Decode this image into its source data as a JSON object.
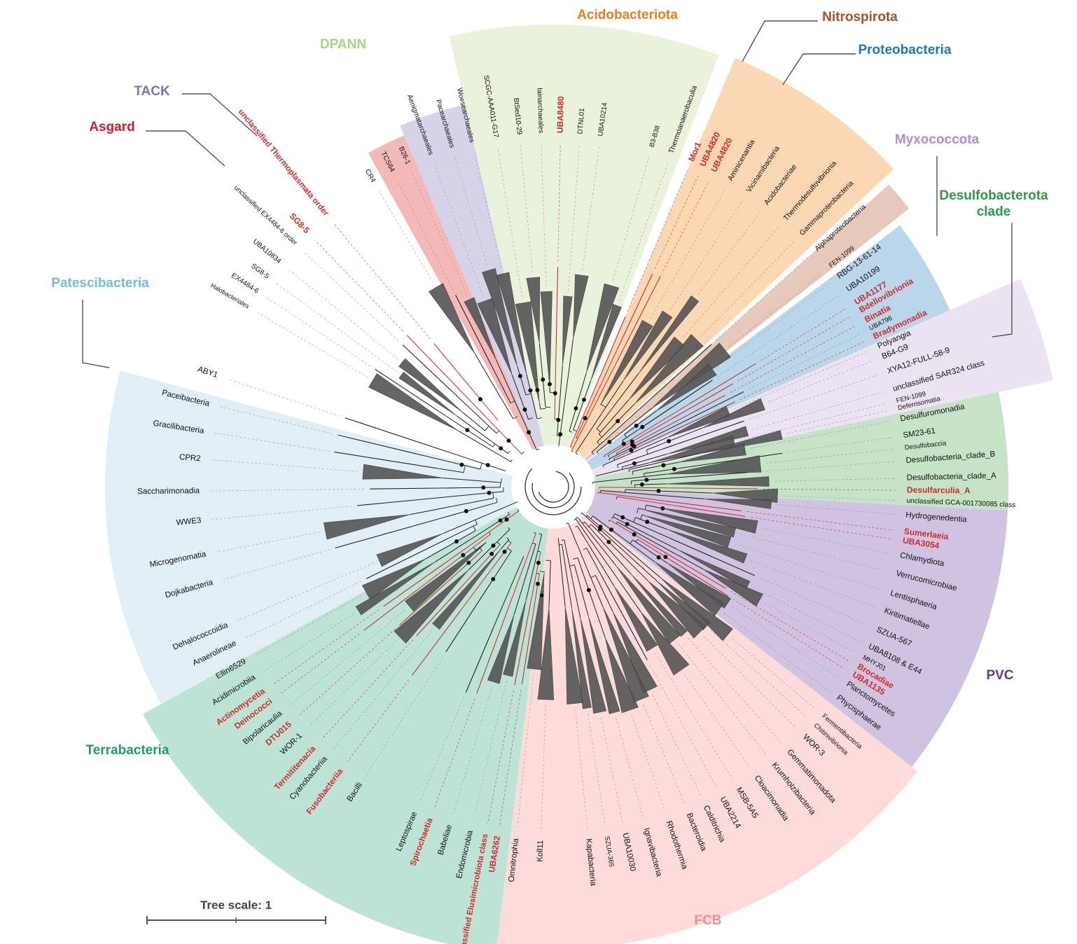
{
  "colors": {
    "clade_fill": "#555555",
    "branch": "#222222",
    "highlight": "#d42a2a",
    "guide": "#9a9a9a",
    "callout": "#555555"
  },
  "groups": [
    {
      "name": "DPANN",
      "color": "#a9d47c",
      "bg": "#e9f3dc",
      "a1": -103,
      "a2": -69
    },
    {
      "name": "TACK",
      "color": "#7a73b4",
      "bg": "#d6d3e8",
      "a1": -113,
      "a2": -103
    },
    {
      "name": "Asgard",
      "color": "#d9182e",
      "bg": "#f3b8b8",
      "a1": -119,
      "a2": -113
    },
    {
      "name": "Acidobacteriota",
      "color": "#ec7d1d",
      "bg": "#fcd7b3",
      "a1": -67,
      "a2": -43
    },
    {
      "name": "Nitrospirota",
      "color": "#a0522d",
      "bg": "#e6c9b9",
      "a1": -42,
      "a2": -38
    },
    {
      "name": "Proteobacteria",
      "color": "#1f77b4",
      "bg": "#b9d6ea",
      "a1": -37,
      "a2": -24
    },
    {
      "name": "Myxococcota",
      "color": "#b48ccd",
      "bg": "#ece3f2",
      "a1": -24,
      "a2": -12
    },
    {
      "name": "Desulfobacterota\nclade",
      "color": "#2f9a3f",
      "bg": "#c5e3c6",
      "a1": -12,
      "a2": 3
    },
    {
      "name": "PVC",
      "color": "#5a3b8e",
      "bg": "#d0c3e1",
      "a1": 3,
      "a2": 38
    },
    {
      "name": "FCB",
      "color": "#f08a95",
      "bg": "#fddbdb",
      "a1": 38,
      "a2": 97
    },
    {
      "name": "Terrabacteria",
      "color": "#1f9b73",
      "bg": "#bde3d6",
      "a1": 97,
      "a2": 151
    },
    {
      "name": "Patescibacteria",
      "color": "#6ec0d8",
      "bg": "#e1eef6",
      "a1": 151,
      "a2": 195
    }
  ],
  "leaves": [
    {
      "label": "Halobacteriales",
      "angle": -149.5,
      "red": false,
      "size": 9
    },
    {
      "label": "EX4484-6",
      "angle": -146.6,
      "red": false,
      "size": 10
    },
    {
      "label": "SG8-5",
      "angle": -143.7,
      "red": false,
      "size": 10
    },
    {
      "label": "UBA10834",
      "angle": -140.6,
      "red": false,
      "size": 10
    },
    {
      "label": "unclassified EX4484-6 order",
      "angle": -136.7,
      "red": false,
      "size": 9.5
    },
    {
      "label": "SG8-5",
      "angle": -134.0,
      "red": true,
      "size": 12
    },
    {
      "label": "unclassified Thermoplasmata order",
      "angle": -129.8,
      "red": true,
      "size": 11.5
    },
    {
      "label": "CR4",
      "angle": -120.5,
      "red": false,
      "size": 10
    },
    {
      "label": "TCS64",
      "angle": -117.0,
      "red": false,
      "size": 10
    },
    {
      "label": "B26-1",
      "angle": -114.2,
      "red": false,
      "size": 10
    },
    {
      "label": "Aenigmatarchaeales",
      "angle": -110.2,
      "red": false,
      "size": 10
    },
    {
      "label": "Pacearchaeales",
      "angle": -106.6,
      "red": false,
      "size": 10
    },
    {
      "label": "Woesearchaeales",
      "angle": -103.3,
      "red": false,
      "size": 10
    },
    {
      "label": "SCGC-AAA011-G17",
      "angle": -99.3,
      "red": false,
      "size": 10
    },
    {
      "label": "BtSed10-29",
      "angle": -95.5,
      "red": false,
      "size": 10
    },
    {
      "label": "Iainarchaeales",
      "angle": -92.0,
      "red": false,
      "size": 10
    },
    {
      "label": "UBA8480",
      "angle": -88.8,
      "red": true,
      "size": 12
    },
    {
      "label": "DTNL01",
      "angle": -85.6,
      "red": false,
      "size": 10
    },
    {
      "label": "UBA10214",
      "angle": -82.3,
      "red": false,
      "size": 10
    },
    {
      "label": "B3-B38",
      "angle": -73.8,
      "red": false,
      "size": 9.5
    },
    {
      "label": "Thermoanaerobaculia",
      "angle": -70.5,
      "red": false,
      "size": 10.5
    },
    {
      "label": "Mor1",
      "angle": -67.0,
      "red": true,
      "size": 12
    },
    {
      "label": "UBA4820",
      "angle": -65.0,
      "red": true,
      "size": 12
    },
    {
      "label": "UBA4820",
      "angle": -63.0,
      "red": true,
      "size": 12
    },
    {
      "label": "Aminicenantia",
      "angle": -60.0,
      "red": false,
      "size": 10.5
    },
    {
      "label": "Vicinamibacteria",
      "angle": -56.5,
      "red": false,
      "size": 10.5
    },
    {
      "label": "Acidobacteriae",
      "angle": -53.0,
      "red": false,
      "size": 10.5
    },
    {
      "label": "Thermodesulfovibrionia",
      "angle": -49.0,
      "red": false,
      "size": 10.5
    },
    {
      "label": "Gammaproteobacteria",
      "angle": -45.5,
      "red": false,
      "size": 10.5
    },
    {
      "label": "Alphaproteobacteria",
      "angle": -42.0,
      "red": false,
      "size": 10.5
    },
    {
      "label": "FEN-1099",
      "angle": -38.5,
      "red": false,
      "size": 9.5
    },
    {
      "label": "RBG-13-61-14",
      "angle": -36.3,
      "red": false,
      "size": 11.5
    },
    {
      "label": "UBA10199",
      "angle": -33.8,
      "red": false,
      "size": 11.5
    },
    {
      "label": "UBA1177",
      "angle": -31.3,
      "red": true,
      "size": 12
    },
    {
      "label": "Bdellovibrionia",
      "angle": -29.8,
      "red": true,
      "size": 12
    },
    {
      "label": "Binatia",
      "angle": -28.0,
      "red": true,
      "size": 12
    },
    {
      "label": "UBA796",
      "angle": -26.5,
      "red": false,
      "size": 9.5
    },
    {
      "label": "Bradymonadia",
      "angle": -25.0,
      "red": true,
      "size": 12
    },
    {
      "label": "Polyangia",
      "angle": -23.3,
      "red": false,
      "size": 11.5
    },
    {
      "label": "B64-G9",
      "angle": -21.5,
      "red": false,
      "size": 11.5
    },
    {
      "label": "XYA12-FULL-58-9",
      "angle": -19.0,
      "red": false,
      "size": 11.5
    },
    {
      "label": "unclassified SAR324 class",
      "angle": -16.0,
      "red": false,
      "size": 11.5
    },
    {
      "label": "FEN-1099",
      "angle": -14.0,
      "red": false,
      "size": 9.5
    },
    {
      "label": "Deferrisomatia",
      "angle": -12.8,
      "red": false,
      "size": 9.5
    },
    {
      "label": "Desulfuromonadia",
      "angle": -11.0,
      "red": false,
      "size": 11.5
    },
    {
      "label": "SM23-61",
      "angle": -8.3,
      "red": false,
      "size": 11.5
    },
    {
      "label": "Desulfobaccia",
      "angle": -6.3,
      "red": false,
      "size": 9.5
    },
    {
      "label": "Desulfobacteria_clade_B",
      "angle": -4.2,
      "red": false,
      "size": 11.5
    },
    {
      "label": "Desulfobacteria_clade_A",
      "angle": -1.4,
      "red": false,
      "size": 11.5
    },
    {
      "label": "Desulfarculia_A",
      "angle": 0.6,
      "red": true,
      "size": 12
    },
    {
      "label": "unclassified GCA-001730085 class",
      "angle": 2.3,
      "red": false,
      "size": 10
    },
    {
      "label": "Hydrogenedentia",
      "angle": 4.6,
      "red": false,
      "size": 11.5
    },
    {
      "label": "Sumerlaeia",
      "angle": 7.3,
      "red": true,
      "size": 12
    },
    {
      "label": "UBA3054",
      "angle": 8.8,
      "red": true,
      "size": 12
    },
    {
      "label": "Chlamydiota",
      "angle": 11.2,
      "red": false,
      "size": 11.5
    },
    {
      "label": "Verrucomicrobiae",
      "angle": 14.2,
      "red": false,
      "size": 11.5
    },
    {
      "label": "Lentisphaeria",
      "angle": 17.5,
      "red": false,
      "size": 11.5
    },
    {
      "label": "Kiritimatiellae",
      "angle": 20.5,
      "red": false,
      "size": 11.5
    },
    {
      "label": "SZUA-567",
      "angle": 23.8,
      "red": false,
      "size": 11.5
    },
    {
      "label": "UBA8108 & E44",
      "angle": 26.8,
      "red": false,
      "size": 11.5
    },
    {
      "label": "MHYJ01",
      "angle": 28.8,
      "red": false,
      "size": 9.5
    },
    {
      "label": "Brocadiae",
      "angle": 30.5,
      "red": true,
      "size": 12
    },
    {
      "label": "UBA1135",
      "angle": 32.0,
      "red": true,
      "size": 12
    },
    {
      "label": "Planctomycetes",
      "angle": 33.8,
      "red": false,
      "size": 11.5
    },
    {
      "label": "Phycisphaerae",
      "angle": 36.5,
      "red": false,
      "size": 11.5
    },
    {
      "label": "Fermentibacteria",
      "angle": 40.3,
      "red": false,
      "size": 9.5
    },
    {
      "label": "Chitinivibrionia",
      "angle": 42.3,
      "red": false,
      "size": 9.5
    },
    {
      "label": "WOR-3",
      "angle": 44.8,
      "red": false,
      "size": 11.5
    },
    {
      "label": "Gemmatimonadota",
      "angle": 48.3,
      "red": false,
      "size": 11.5
    },
    {
      "label": "Krumholzibacteria",
      "angle": 51.5,
      "red": false,
      "size": 11.5
    },
    {
      "label": "Cloacimonadia",
      "angle": 55.0,
      "red": false,
      "size": 11.5
    },
    {
      "label": "MSB-5A5",
      "angle": 58.5,
      "red": false,
      "size": 11.5
    },
    {
      "label": "UBA2214",
      "angle": 61.5,
      "red": false,
      "size": 11.5
    },
    {
      "label": "Calditrichia",
      "angle": 64.5,
      "red": false,
      "size": 11.5
    },
    {
      "label": "Bacteroidia",
      "angle": 67.5,
      "red": false,
      "size": 11.5
    },
    {
      "label": "Rhodothermia",
      "angle": 71.0,
      "red": false,
      "size": 11.5
    },
    {
      "label": "Ignavibacteria",
      "angle": 74.8,
      "red": false,
      "size": 11.5
    },
    {
      "label": "UBA10030",
      "angle": 78.3,
      "red": false,
      "size": 11.5
    },
    {
      "label": "SZUA-365",
      "angle": 81.3,
      "red": false,
      "size": 9.5
    },
    {
      "label": "Kapabacteria",
      "angle": 84.3,
      "red": false,
      "size": 11.5
    },
    {
      "label": "Koll11",
      "angle": 92.0,
      "red": false,
      "size": 11.5
    },
    {
      "label": "Omnitrophia",
      "angle": 96.0,
      "red": false,
      "size": 11.5
    },
    {
      "label": "UBA6262",
      "angle": 99.0,
      "red": true,
      "size": 12
    },
    {
      "label": "unclassified Elusimicrobiota class",
      "angle": 101.0,
      "red": true,
      "size": 11.5
    },
    {
      "label": "Endomicrobia",
      "angle": 103.5,
      "red": false,
      "size": 11.5
    },
    {
      "label": "Babeliae",
      "angle": 107.0,
      "red": false,
      "size": 11.5
    },
    {
      "label": "Spirochaetia",
      "angle": 110.3,
      "red": true,
      "size": 12
    },
    {
      "label": "Leptospirae",
      "angle": 113.0,
      "red": false,
      "size": 11.5
    },
    {
      "label": "Bacilli",
      "angle": 123.0,
      "red": false,
      "size": 11.5
    },
    {
      "label": "Fusobacteriia",
      "angle": 126.8,
      "red": true,
      "size": 12
    },
    {
      "label": "Cyanobacteriia",
      "angle": 130.0,
      "red": false,
      "size": 11.5
    },
    {
      "label": "Termititenacia",
      "angle": 132.5,
      "red": true,
      "size": 12
    },
    {
      "label": "WOR-1",
      "angle": 135.5,
      "red": false,
      "size": 11.5
    },
    {
      "label": "DTU015",
      "angle": 138.0,
      "red": true,
      "size": 12
    },
    {
      "label": "Bipolaricaulia",
      "angle": 140.3,
      "red": false,
      "size": 11.5
    },
    {
      "label": "Deinococci",
      "angle": 142.8,
      "red": true,
      "size": 12
    },
    {
      "label": "Actinomycetia",
      "angle": 144.8,
      "red": true,
      "size": 12
    },
    {
      "label": "Acidimicrobiia",
      "angle": 147.5,
      "red": false,
      "size": 11.5
    },
    {
      "label": "Ellin6529",
      "angle": 150.5,
      "red": false,
      "size": 11.5
    },
    {
      "label": "Anaerolineae",
      "angle": 153.8,
      "red": false,
      "size": 11.5
    },
    {
      "label": "Dehalococcoidia",
      "angle": 157.0,
      "red": false,
      "size": 11.5
    },
    {
      "label": "Dojkabacteria",
      "angle": 164.3,
      "red": false,
      "size": 11.5
    },
    {
      "label": "Microgenomatia",
      "angle": 169.0,
      "red": false,
      "size": 11.5
    },
    {
      "label": "WWE3",
      "angle": 174.5,
      "red": false,
      "size": 11.5
    },
    {
      "label": "Saccharimonadia",
      "angle": 179.3,
      "red": false,
      "size": 11.5
    },
    {
      "label": "CPR2",
      "angle": 184.5,
      "red": false,
      "size": 11.5
    },
    {
      "label": "Gracilibacteria",
      "angle": 189.0,
      "red": false,
      "size": 11.5
    },
    {
      "label": "Paceibacteria",
      "angle": 193.5,
      "red": false,
      "size": 11.5
    },
    {
      "label": "ABY1",
      "angle": 198.3,
      "red": false,
      "size": 11.5
    }
  ],
  "scale": {
    "label": "Tree scale: 1"
  }
}
